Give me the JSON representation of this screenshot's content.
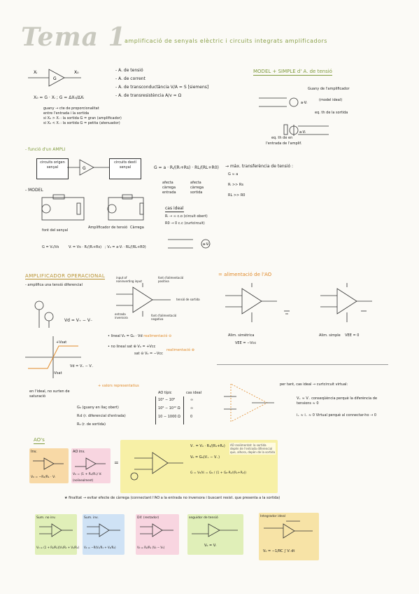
{
  "header": {
    "title": "Tema 1",
    "subtitle": "amplificació de senyals elèctric i circuits integrats amplificadors"
  },
  "types": {
    "items": [
      "A. de tensió",
      "A. de corrent",
      "A. de transconductància  V/A = S [siemens]",
      "A. de transresistència  A/v = Ω"
    ],
    "formula": "X₀ = G · Xᵢ    ;  G = ΔX₀/ΔXᵢ",
    "gain_notes": [
      "guany → cte de proporcionalitat",
      "entre l'entrada i la sortida",
      "si X₀ > Xᵢ : la sortida G = gran (amplificador)",
      "si X₀ < Xᵢ : la sortida G = petita (atenuador)"
    ]
  },
  "model_simple": {
    "heading": "MODEL + SIMPLE  d' A. de tensió",
    "labels": [
      "Guany de l'amplificador",
      "(model ideal)",
      "eq. th de la sortida",
      "eq. th de en",
      "l'entrada de l'amplif."
    ]
  },
  "funcio": {
    "heading": "funció d'un AMPLI",
    "blocks": [
      "circuits origen senyal",
      "G",
      "circuits destí senyal"
    ],
    "gain_eq": "G = a · Rᵢ/(Rᵢ+Rs) · RL/(RL+R0)",
    "gain_notes": [
      "afecta càrrega entrada",
      "afecta càrrega sortida"
    ],
    "max_title": "màx. transferència de tensió :",
    "max_items": [
      "G ≈ a",
      "Rᵢ >> Rs",
      "RL >> R0"
    ],
    "ideal_title": "cas ideal",
    "ideal_items": [
      "Rᵢ → ∞  c.o (circuit obert)",
      "R0 → 0  c.c (curtcircuit)"
    ]
  },
  "model": {
    "label": "MODEL",
    "parts": [
      "font del senyal",
      "Amplificador de tensió",
      "Càrrega"
    ],
    "eqs": [
      "G = V₀/Vs",
      "Vᵢ = Vs · Rᵢ/(Rᵢ+Rs)",
      "; V₀ = a·Vᵢ · RL/(RL+R0)"
    ]
  },
  "opamp": {
    "heading": "AMPLIFICADOR OPERACIONAL",
    "subtitle": "amplifica una tensió diferencial",
    "vd": "Vd = V₊ − V₋",
    "pin_labels": [
      "input of noninverting input",
      "font d'alimentació positiva",
      "entrada inversora",
      "tensió de sortida",
      "font d'alimentació negativa"
    ],
    "lineal": "lineal  V₀ = G₀ · Vd",
    "lineal_note": "realimentació ⊖",
    "nolineal_a": "no lineal  sat ⊕  V₀ = +Vcc",
    "nolineal_b": "sat ⊖  V₀ = −Vcc",
    "nolineal_note": "realimentació ⊕",
    "graph_labels": [
      "+Vsat",
      "-Vsat",
      "Vd = V₊ − V₋"
    ],
    "graph_note": "en l'ideal, no surten de saturació"
  },
  "alimentacio": {
    "heading": "alimentació de l'AO",
    "sym": "Alim. simètrica",
    "sym_eq": "VEE = −Vcc",
    "simple": "Alim. simple",
    "simple_eq": "VEE = 0"
  },
  "valors": {
    "heading": "valors representatius",
    "cols": [
      "AO típic",
      "cas ideal"
    ],
    "rows": [
      {
        "name": "G₀ (guany en llaç obert)",
        "typ": "10⁴ − 10⁶",
        "ideal": "∞"
      },
      {
        "name": "Rᵢd (r. diferencial d'entrada)",
        "typ": "10⁶ − 10¹² Ω",
        "ideal": "∞"
      },
      {
        "name": "R₀ (r. de sortida)",
        "typ": "10 − 1000 Ω",
        "ideal": "0"
      }
    ],
    "curt_title": "per tant, cas ideal → curtcircuit virtual:",
    "curt": [
      "V₊ ≈ V₋   conseqüència perquè la diferència de tensions ≈ 0",
      "i₊ ≈ i₋ ≈ 0   Virtual perquè al connectar-ho → 0"
    ]
  },
  "aos": {
    "heading": "AO's",
    "cards": [
      {
        "title": "Inv.",
        "eq": "V₀ = −R₂/R₁ · Vᵢ"
      },
      {
        "title": "AO inv.",
        "eq": "V₀ = (1 + R₂/R₁) Vᵢ",
        "note": "(nolinealment)"
      }
    ],
    "big_card": {
      "note_title": "AO realimentat: la sortida",
      "note_lines": [
        "depèn de l'entrada diferencial",
        "que, alhora, depèn de la sortida"
      ],
      "eqs": [
        "V₋ = V₀ · R₁/(R₁+R₂)",
        "V₀ = G₀(V₊ − V₋)",
        "G = V₀/Vᵢ = G₀ / (1 + G₀·R₁/(R₁+R₂))"
      ]
    },
    "finalitat": "finalitat → evitar efecte de càrrega (connectant l'AO a la entrada no inversora i buscant resist. que presenta a la sortida)",
    "bottom": [
      {
        "title": "Sum. no inv.",
        "eq": "V₀ = (1 + R₂/R₁)(V₁/R₁ + V₂/R₂)"
      },
      {
        "title": "Sum. inv.",
        "eq": "V₀ = −R(V₁/R₁ + V₂/R₂)"
      },
      {
        "title": "Dif. (restador)",
        "eq": "V₀ = R₂/R₁ (V₂ − V₁)"
      },
      {
        "title": "seguidor de tensió",
        "eq": "V₀ = Vᵢ"
      },
      {
        "title": "Integrador ideal",
        "eq": "V₀ = −1/RC ∫ Vᵢ dt"
      }
    ]
  },
  "colors": {
    "green": "#7f9a3c",
    "orange": "#e08a2a",
    "yellow": "#f7f0a6",
    "pink": "#f8d5e0",
    "blue": "#cfe2f5",
    "lime": "#e0efb8"
  }
}
